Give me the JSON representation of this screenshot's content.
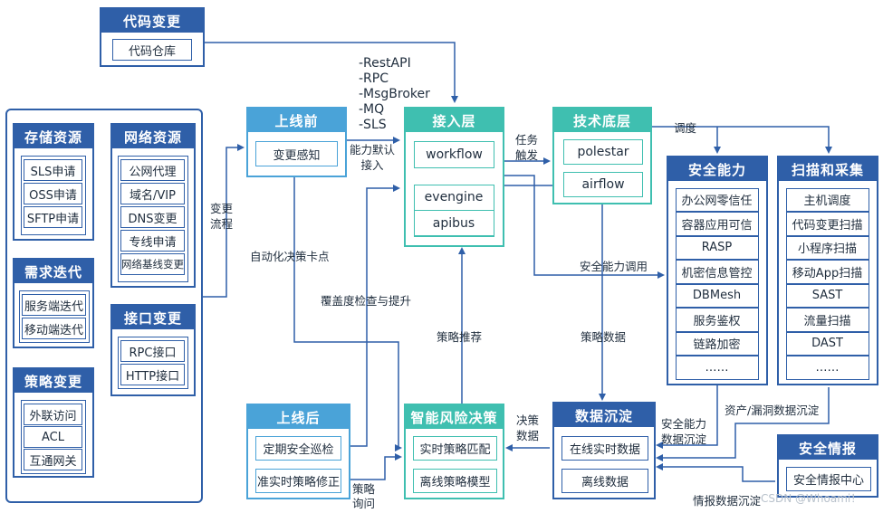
{
  "code_change": {
    "title": "代码变更",
    "repo": "代码仓库"
  },
  "storage": {
    "title": "存储资源",
    "items": [
      "SLS申请",
      "OSS申请",
      "SFTP申请"
    ]
  },
  "network": {
    "title": "网络资源",
    "items": [
      "公网代理",
      "域名/VIP",
      "DNS变更",
      "专线申请",
      "网络基线变更"
    ]
  },
  "requirement": {
    "title": "需求迭代",
    "items": [
      "服务端迭代",
      "移动端迭代"
    ]
  },
  "interface": {
    "title": "接口变更",
    "items": [
      "RPC接口",
      "HTTP接口"
    ]
  },
  "policy_change": {
    "title": "策略变更",
    "items": [
      "外联访问",
      "ACL",
      "互通网关"
    ]
  },
  "pre_launch": {
    "title": "上线前",
    "item": "变更感知"
  },
  "access": {
    "title": "接入层",
    "items": [
      "workflow",
      "evengine",
      "apibus"
    ]
  },
  "tech_base": {
    "title": "技术底层",
    "items": [
      "polestar",
      "airflow"
    ]
  },
  "security": {
    "title": "安全能力",
    "items": [
      "办公网零信任",
      "容器应用可信",
      "RASP",
      "机密信息管控",
      "DBMesh",
      "服务鉴权",
      "链路加密",
      "……"
    ]
  },
  "scan": {
    "title": "扫描和采集",
    "items": [
      "主机调度",
      "代码变更扫描",
      "小程序扫描",
      "移动App扫描",
      "SAST",
      "流量扫描",
      "DAST",
      "……"
    ]
  },
  "post_launch": {
    "title": "上线后",
    "items": [
      "定期安全巡检",
      "准实时策略修正"
    ]
  },
  "risk": {
    "title": "智能风险决策",
    "items": [
      "实时策略匹配",
      "离线策略模型"
    ]
  },
  "data": {
    "title": "数据沉淀",
    "items": [
      "在线实时数据",
      "离线数据"
    ]
  },
  "intel": {
    "title": "安全情报",
    "item": "安全情报中心"
  },
  "labels": {
    "protocols": [
      "-RestAPI",
      "-RPC",
      "-MsgBroker",
      "-MQ",
      "-SLS"
    ],
    "change_flow": "变更\n流程",
    "default_access": "能力默认\n接入",
    "task_trigger": "任务\n触发",
    "schedule": "调度",
    "auto_decision": "自动化决策卡点",
    "coverage": "覆盖度检查与提升",
    "policy_recommend": "策略推荐",
    "policy_data": "策略数据",
    "security_call": "安全能力调用",
    "asset_vuln": "资产/漏洞数据沉淀",
    "security_data": "安全能力\n数据沉淀",
    "decision_data": "决策\n数据",
    "policy_query": "策略\n询问",
    "intel_data": "情报数据沉淀"
  },
  "watermark": "CSDN @Whoami！",
  "colors": {
    "navy": "#2f5fa8",
    "sky": "#4aa3d8",
    "teal": "#3fbfb0"
  }
}
